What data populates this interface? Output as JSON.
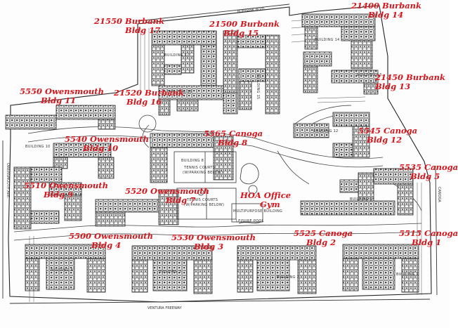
{
  "streets": {
    "north": "BURBANK BLVD.",
    "west": "OWENSMOUTH AVE.",
    "south": "VENTURA FREEWAY",
    "east": "CANOGA"
  },
  "plan_labels": {
    "building_1": "BUILDING 1",
    "building_2": "BUILDING 2",
    "building_3": "BUILDING 3",
    "building_4": "BUILDING 4",
    "building_5": "BUILDING 5",
    "building_8": "BUILDING 8",
    "building_10": "BUILDING 10",
    "building_12": "BUILDING 12",
    "building_13": "BUILDING 13",
    "building_14": "BUILDING 14",
    "building_15": "BUILDING 15",
    "building_16": "BUILDING 16",
    "building_17": "BUILDING 17",
    "tennis_1": "TENNIS COURTS",
    "tennis_1_sub": "(W/PARKING BELOW)",
    "tennis_2": "TENNIS COURTS",
    "tennis_2_sub": "(W/PARKING BELOW)",
    "multipurpose": "MULTIPURPOSE BUILDING",
    "leisure_pool": "LEISURE POOL"
  },
  "annotations": {
    "bldg1": {
      "address": "5515 Canoga",
      "building": "Bldg 1"
    },
    "bldg2": {
      "address": "5525 Canoga",
      "building": "Bldg 2"
    },
    "bldg3": {
      "address": "5530 Owensmouth",
      "building": "Bldg 3"
    },
    "bldg4": {
      "address": "5500 Owensmouth",
      "building": "Bldg 4"
    },
    "bldg5": {
      "address": "5535 Canoga",
      "building": "Bldg 5"
    },
    "bldg7": {
      "address": "5520 Owensmouth",
      "building": "Bldg 7"
    },
    "bldg8": {
      "address": "5565 Canoga",
      "building": "Bldg 8"
    },
    "bldg9": {
      "address": "5510 Owensmouth",
      "building": "Bldg 9"
    },
    "bldg10": {
      "address": "5540 Owensmouth",
      "building": "Bldg 10"
    },
    "bldg11": {
      "address": "5550 Owensmouth",
      "building": "Bldg 11"
    },
    "bldg12": {
      "address": "5545 Canoga",
      "building": "Bldg 12"
    },
    "bldg13": {
      "address": "21450 Burbank",
      "building": "Bldg 13"
    },
    "bldg14": {
      "address": "21400 Burbank",
      "building": "Bldg 14"
    },
    "bldg15": {
      "address": "21500 Burbank",
      "building": "Bldg 15"
    },
    "bldg16": {
      "address": "21520 Burbank",
      "building": "Bldg 16"
    },
    "bldg17": {
      "address": "21550 Burbank",
      "building": "Bldg 17"
    },
    "hoa": {
      "address": "HOA Office",
      "building": "Gym"
    }
  },
  "colors": {
    "annotation": "#d8141a",
    "linework": "#2a2a2a",
    "paper": "#fdfdfd"
  }
}
